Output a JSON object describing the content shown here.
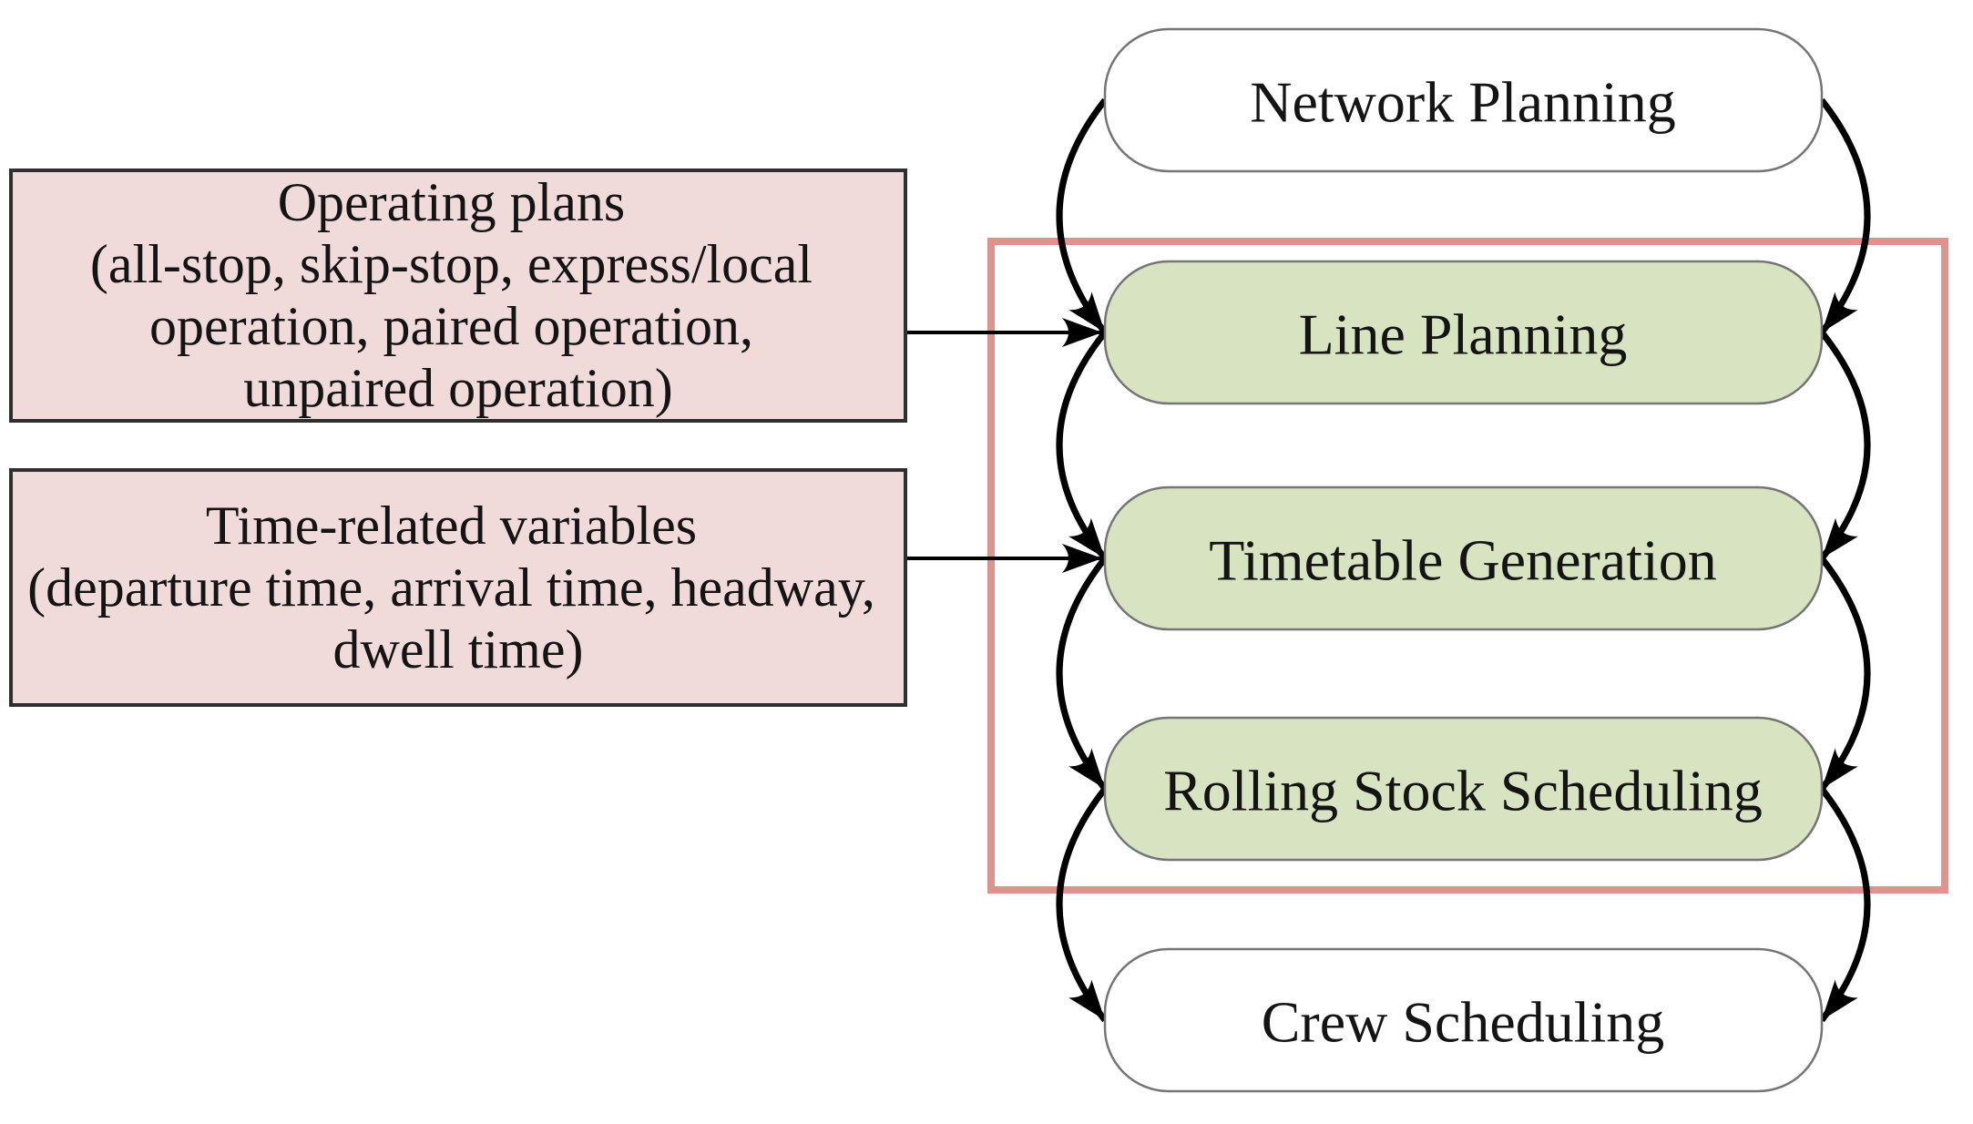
{
  "stages": [
    {
      "id": "network-planning",
      "label": "Network Planning",
      "highlighted": false,
      "fill": "#ffffff"
    },
    {
      "id": "line-planning",
      "label": "Line Planning",
      "highlighted": true,
      "fill": "#d7e3c1"
    },
    {
      "id": "timetable-generation",
      "label": "Timetable Generation",
      "highlighted": true,
      "fill": "#d7e3c1"
    },
    {
      "id": "rolling-stock-scheduling",
      "label": "Rolling Stock Scheduling",
      "highlighted": true,
      "fill": "#d7e3c1"
    },
    {
      "id": "crew-scheduling",
      "label": "Crew Scheduling",
      "highlighted": false,
      "fill": "#ffffff"
    }
  ],
  "inputs": [
    {
      "id": "operating-plans",
      "target": "Line Planning",
      "lines": [
        "Operating plans",
        "(all-stop, skip-stop, express/local",
        "operation, paired operation,",
        "unpaired operation)"
      ]
    },
    {
      "id": "time-related-variables",
      "target": "Timetable Generation",
      "lines": [
        "Time-related variables",
        "(departure time, arrival time, headway,",
        "dwell time)"
      ]
    }
  ],
  "colors": {
    "stage_highlight_fill": "#d7e3c1",
    "stage_default_fill": "#ffffff",
    "stage_border": "#757575",
    "input_fill": "#f1dbda",
    "input_border": "#2f2f2f",
    "scope_outline": "#dd938e",
    "arrow": "#000000",
    "text": "#141414"
  }
}
